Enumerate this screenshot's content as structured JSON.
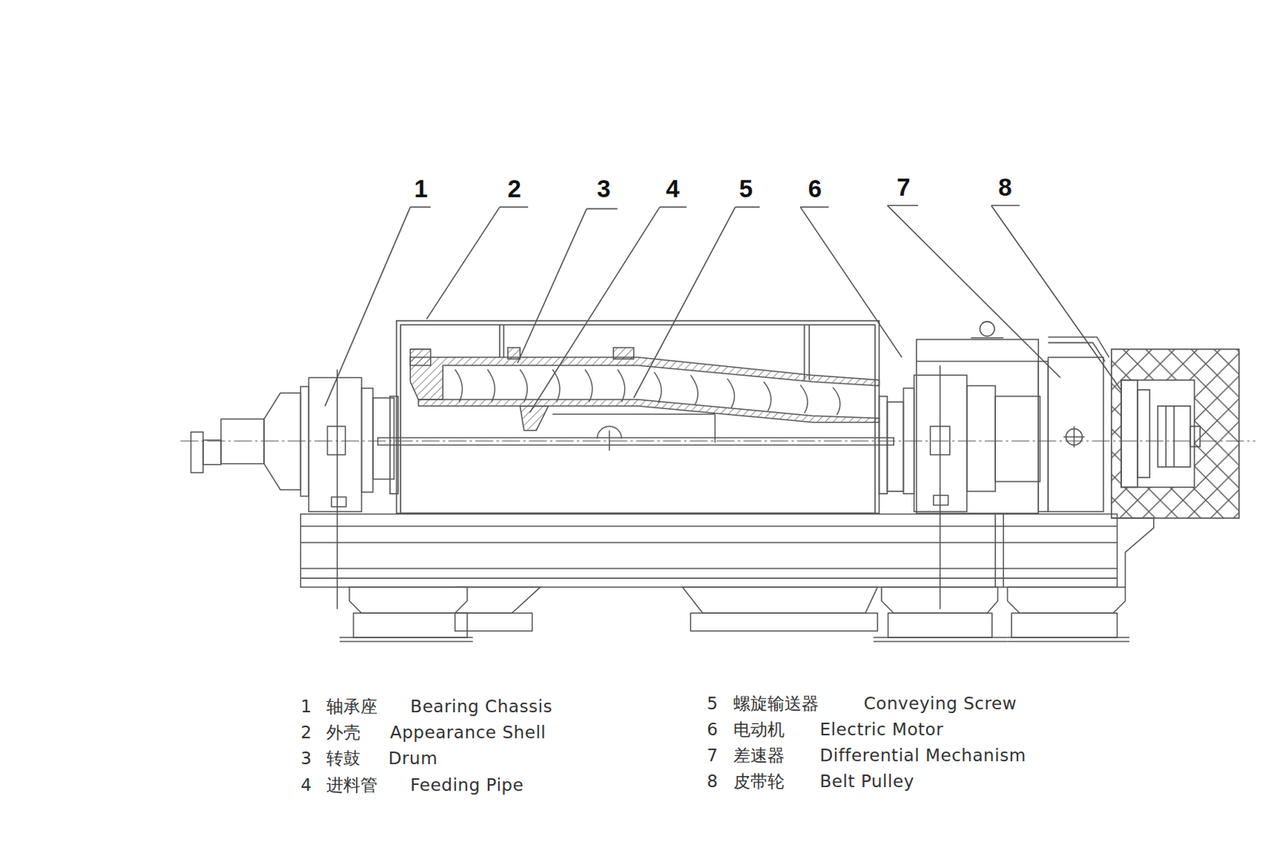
{
  "diagram": {
    "labels": [
      "1",
      "2",
      "3",
      "4",
      "5",
      "6",
      "7",
      "8",
      "1",
      "轴承座",
      "Bearing Chassis",
      "2",
      "外壳",
      "Appearance Shell",
      "3",
      "转鼓",
      "Drum",
      "4",
      "进料管",
      "Feeding Pipe",
      "5",
      "螺旋输送器",
      "Conveying Screw",
      "6",
      "电动机",
      "Electric Motor",
      "7",
      "差速器",
      "Differential Mechanism",
      "8",
      "皮带轮",
      "Belt Pulley"
    ]
  }
}
